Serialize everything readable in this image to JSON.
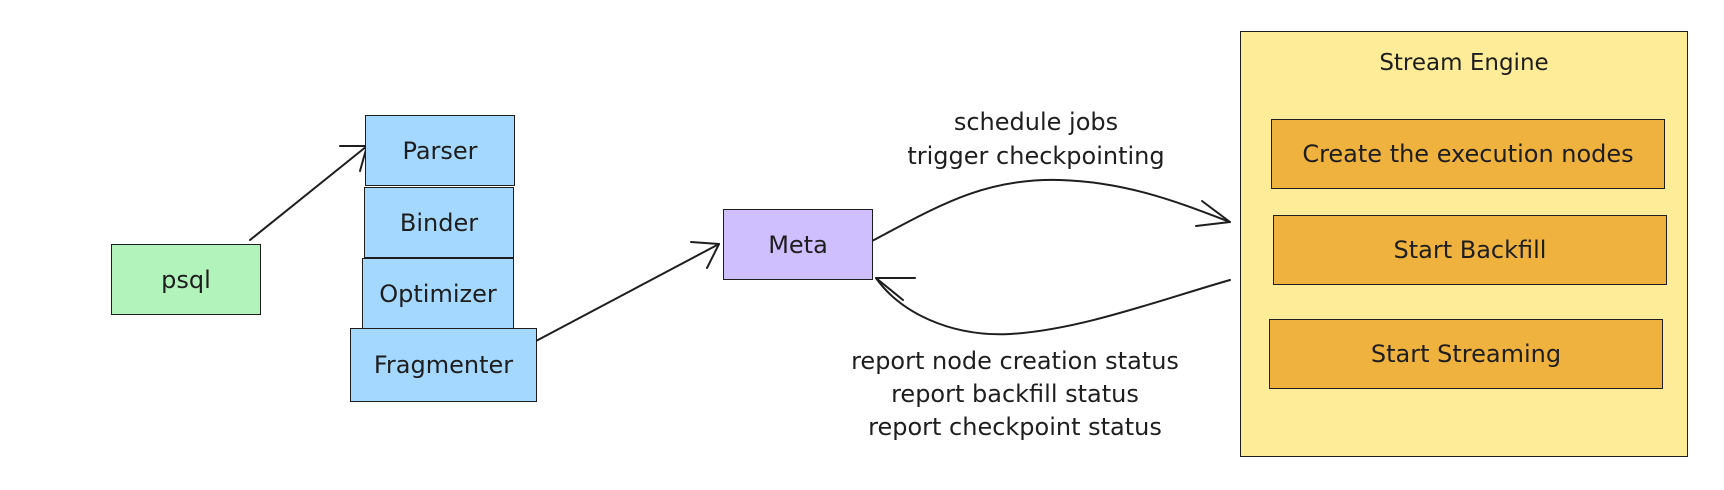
{
  "nodes": {
    "psql": "psql",
    "parser": "Parser",
    "binder": "Binder",
    "optimizer": "Optimizer",
    "fragmenter": "Fragmenter",
    "meta": "Meta",
    "stream_engine": {
      "title": "Stream Engine",
      "steps": [
        "Create the execution nodes",
        "Start Backfill",
        "Start Streaming"
      ]
    }
  },
  "edges": {
    "meta_to_engine": [
      "schedule jobs",
      "trigger checkpointing"
    ],
    "engine_to_meta": [
      "report node creation status",
      "report backfill status",
      "report checkpoint status"
    ]
  },
  "colors": {
    "psql": "#b2f2bb",
    "frontend": "#a5d8ff",
    "meta": "#d0bfff",
    "engine_container": "#ffec99",
    "engine_steps": "#f0b23f",
    "stroke": "#1e1e1e"
  }
}
